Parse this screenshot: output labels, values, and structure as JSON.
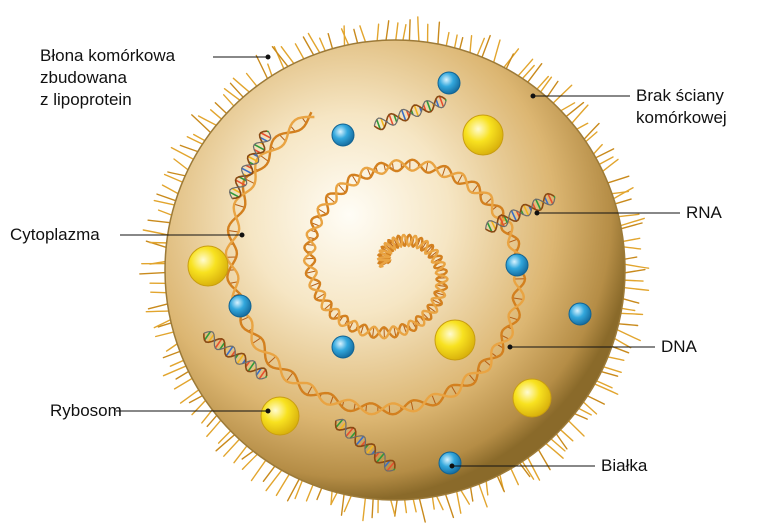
{
  "labels": {
    "membrane": [
      "Błona komórkowa",
      "zbudowana",
      "z lipoprotein"
    ],
    "no_wall": [
      "Brak ściany",
      "komórkowej"
    ],
    "cytoplasm": "Cytoplazma",
    "rna": "RNA",
    "dna": "DNA",
    "ribosome": "Rybosom",
    "proteins": "Białka"
  },
  "colors": {
    "cell_body": "#d8b064",
    "cell_center": "#fffdf5",
    "cell_rim": "#8a6a2a",
    "hair": "#e2a52e",
    "dna": "#d3801f",
    "ribosome_fill": "#f7dc16",
    "protein_fill": "#33a8dd",
    "rna_colors": [
      "#e8502f",
      "#2f9b3a",
      "#f2b51e",
      "#3a6fc8"
    ]
  },
  "icons": {
    "ribosome": "yellow-sphere",
    "protein": "blue-sphere",
    "rna": "short-colored-helix",
    "dna": "spiral-double-helix"
  }
}
